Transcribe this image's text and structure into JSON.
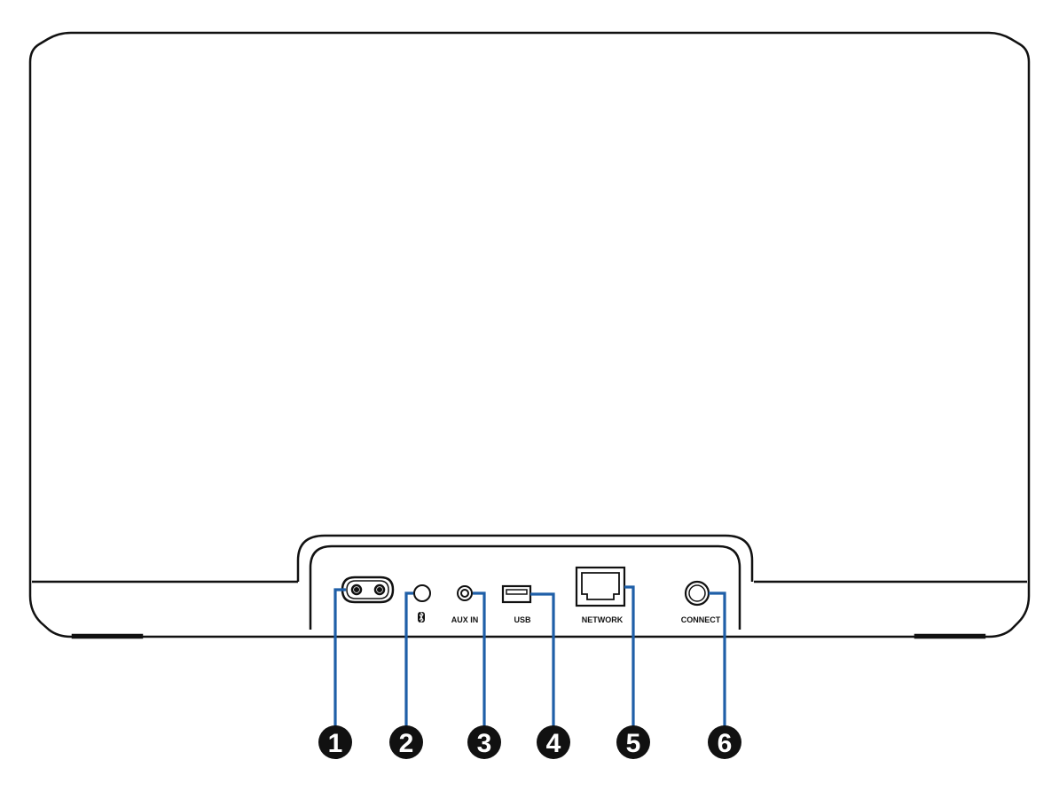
{
  "colors": {
    "outline": "#111111",
    "callout_line": "#1f5fa8",
    "badge_fill": "#111111",
    "badge_text": "#ffffff",
    "background": "#ffffff"
  },
  "ports": [
    {
      "id": "power",
      "label": "",
      "icon": "power-inlet-icon",
      "callout": "1"
    },
    {
      "id": "bluetooth",
      "label": "",
      "icon": "bluetooth-icon",
      "callout": "2"
    },
    {
      "id": "aux",
      "label": "AUX IN",
      "icon": "aux-jack-icon",
      "callout": "3"
    },
    {
      "id": "usb",
      "label": "USB",
      "icon": "usb-port-icon",
      "callout": "4"
    },
    {
      "id": "network",
      "label": "NETWORK",
      "icon": "ethernet-port-icon",
      "callout": "5"
    },
    {
      "id": "connect",
      "label": "CONNECT",
      "icon": "connect-button-icon",
      "callout": "6"
    }
  ]
}
